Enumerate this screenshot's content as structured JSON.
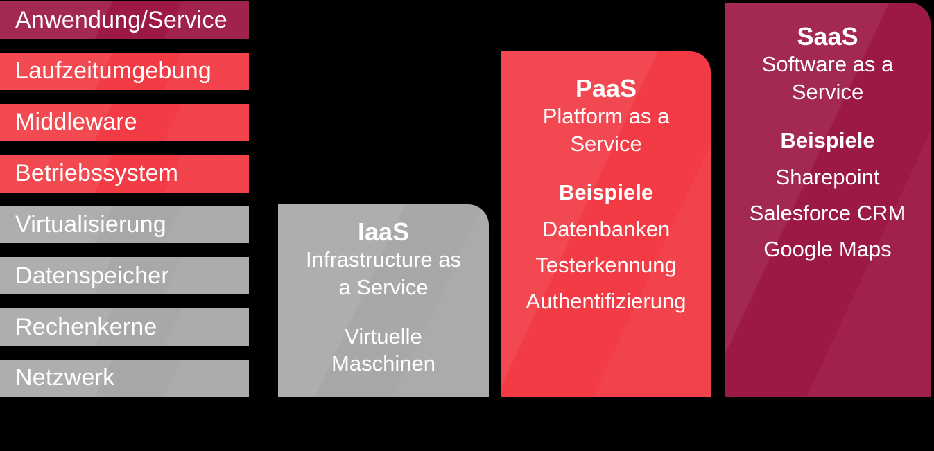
{
  "colors": {
    "background": "#000000",
    "text": "#FFFFFF",
    "crimson": "#9C1846",
    "red": "#F23B44",
    "gray": "#A9A8A8"
  },
  "stack": {
    "layers": [
      {
        "label": "Anwendung/Service",
        "tone": "crimson"
      },
      {
        "label": "Laufzeitumgebung",
        "tone": "red"
      },
      {
        "label": "Middleware",
        "tone": "red"
      },
      {
        "label": "Betriebssystem",
        "tone": "red"
      },
      {
        "label": "Virtualisierung",
        "tone": "gray"
      },
      {
        "label": "Datenspeicher",
        "tone": "gray"
      },
      {
        "label": "Rechenkerne",
        "tone": "gray"
      },
      {
        "label": "Netzwerk",
        "tone": "gray"
      }
    ]
  },
  "boxes": [
    {
      "id": "iaas",
      "tone": "gray",
      "title": "IaaS",
      "subtitle": "Infrastructure as a Service",
      "examples_heading": "",
      "examples": [
        "Virtuelle Maschinen"
      ]
    },
    {
      "id": "paas",
      "tone": "red",
      "title": "PaaS",
      "subtitle": "Platform as a Service",
      "examples_heading": "Beispiele",
      "examples": [
        "Datenbanken",
        "Testerkennung",
        "Authentifizierung"
      ]
    },
    {
      "id": "saas",
      "tone": "crimson",
      "title": "SaaS",
      "subtitle": "Software as a Service",
      "examples_heading": "Beispiele",
      "examples": [
        "Sharepoint",
        "Salesforce CRM",
        "Google Maps"
      ]
    }
  ]
}
